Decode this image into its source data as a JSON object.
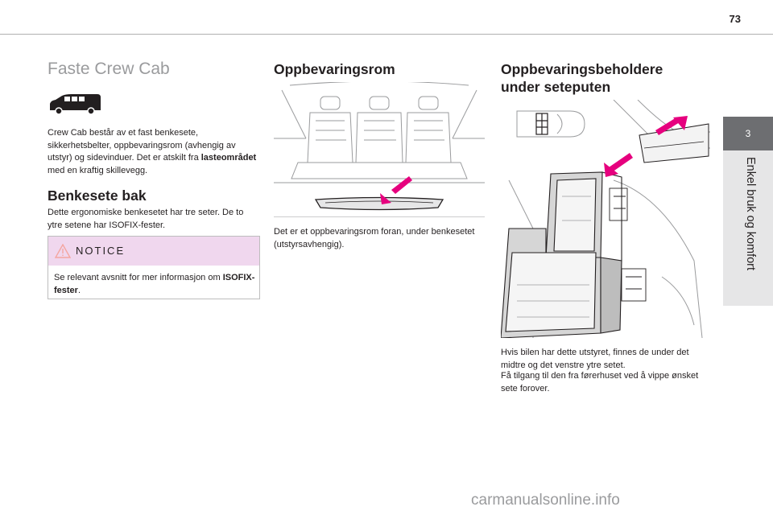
{
  "page_number": "73",
  "sidebar": {
    "chapter_number": "3",
    "chapter_title": "Enkel bruk og komfort"
  },
  "col1": {
    "heading": "Faste Crew Cab",
    "intro_pre": "Crew Cab består av et fast benkesete, sikkerhetsbelter, oppbevaringsrom (avhengig av utstyr) og sidevinduer. Det er atskilt fra ",
    "intro_bold": "lasteområdet",
    "intro_post": " med en kraftig skillevegg.",
    "subheading": "Benkesete bak",
    "sub_text": "Dette ergonomiske benkesetet har tre seter. De to ytre setene har ISOFIX-fester.",
    "notice_label": "NOTICE",
    "notice_pre": "Se relevant avsnitt for mer informasjon om ",
    "notice_bold": "ISOFIX-fester",
    "notice_post": "."
  },
  "col2": {
    "heading": "Oppbevaringsrom",
    "text": "Det er et oppbevaringsrom foran, under benkesetet (utstyrsavhengig)."
  },
  "col3": {
    "heading_line1": "Oppbevaringsbeholdere",
    "heading_line2": "under seteputen",
    "text_1": "Hvis bilen har dette utstyret, finnes de under det midtre og det venstre ytre setet.",
    "text_2": "Få tilgang til den fra førerhuset ved å vippe ønsket sete forover."
  },
  "watermark": "carmanualsonline.info",
  "colors": {
    "accent_magenta": "#e6007e",
    "notice_bg": "#f0d7ee",
    "sidebar_tab": "#6d6e71",
    "sidebar_bar": "#e6e6e7"
  }
}
